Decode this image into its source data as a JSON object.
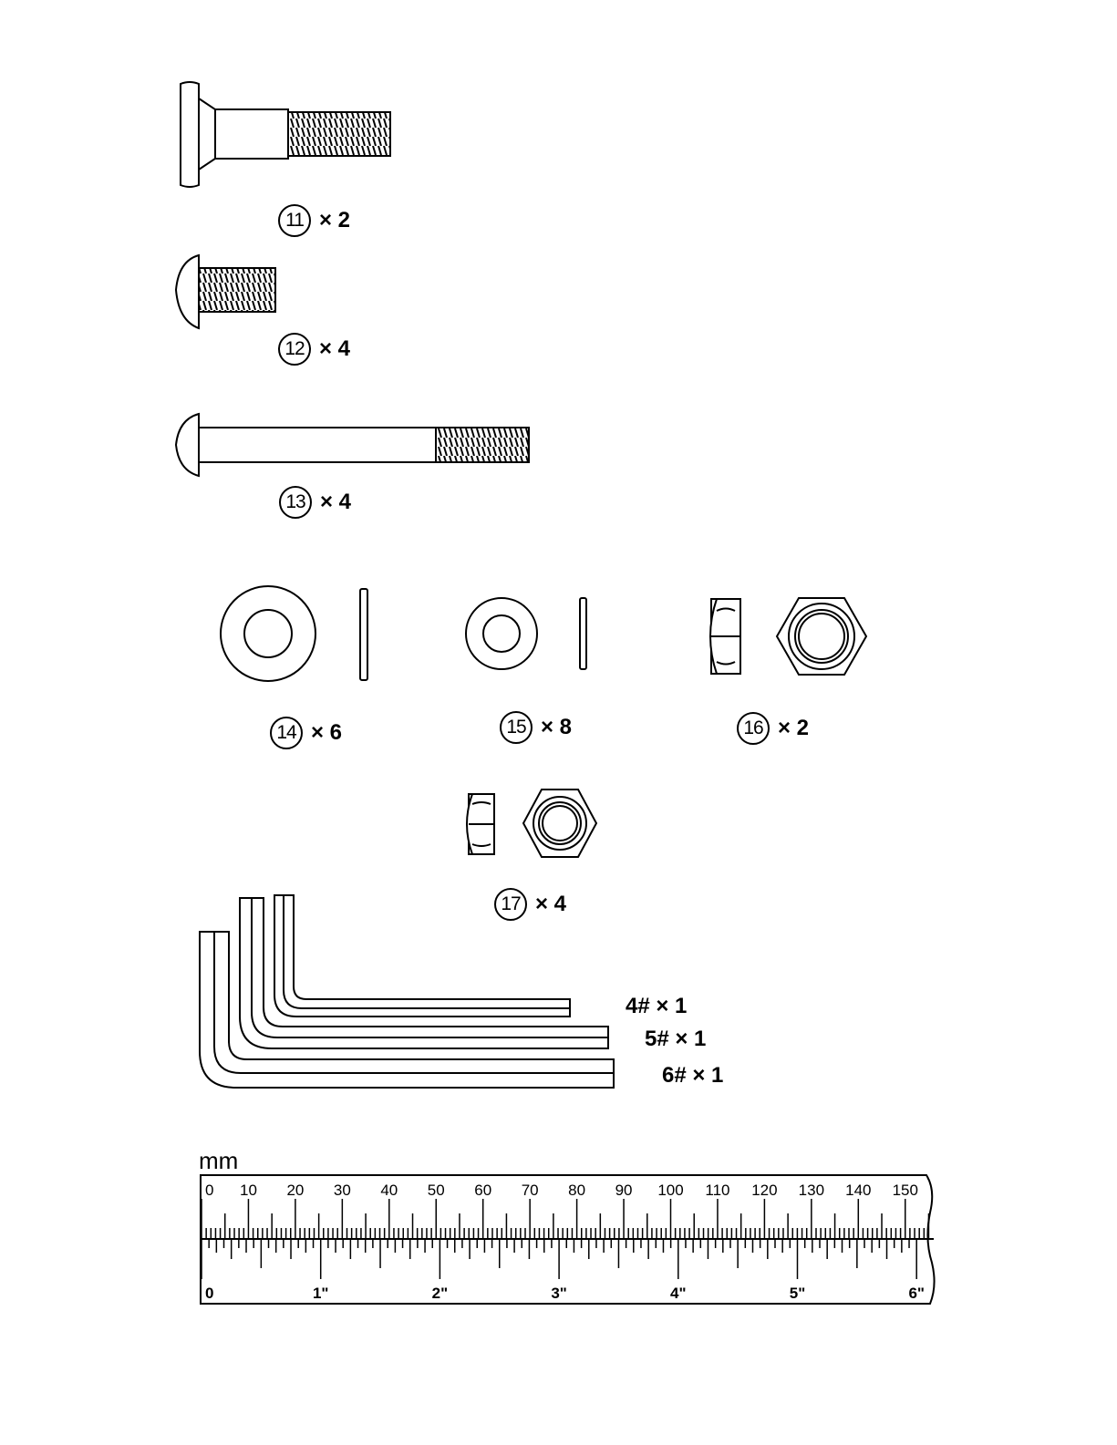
{
  "parts": [
    {
      "number": "11",
      "quantity": "× 2",
      "type": "carriage bolt"
    },
    {
      "number": "12",
      "quantity": "× 4",
      "type": "short button head bolt"
    },
    {
      "number": "13",
      "quantity": "× 4",
      "type": "long button head bolt"
    },
    {
      "number": "14",
      "quantity": "× 6",
      "type": "large washer"
    },
    {
      "number": "15",
      "quantity": "× 8",
      "type": "small washer"
    },
    {
      "number": "16",
      "quantity": "× 2",
      "type": "large lock nut"
    },
    {
      "number": "17",
      "quantity": "× 4",
      "type": "small lock nut"
    }
  ],
  "hex_keys": [
    {
      "label": "4# × 1"
    },
    {
      "label": "5# × 1"
    },
    {
      "label": "6# × 1"
    }
  ],
  "ruler": {
    "unit_label": "mm",
    "mm_labels": [
      "0",
      "10",
      "20",
      "30",
      "40",
      "50",
      "60",
      "70",
      "80",
      "90",
      "100",
      "110",
      "120",
      "130",
      "140",
      "150"
    ],
    "inch_labels": [
      "0",
      "1\"",
      "2\"",
      "3\"",
      "4\"",
      "5\"",
      "6\""
    ]
  },
  "icons": [
    "bolt-icon",
    "washer-icon",
    "lock-nut-icon",
    "hex-key-icon",
    "ruler-icon"
  ]
}
